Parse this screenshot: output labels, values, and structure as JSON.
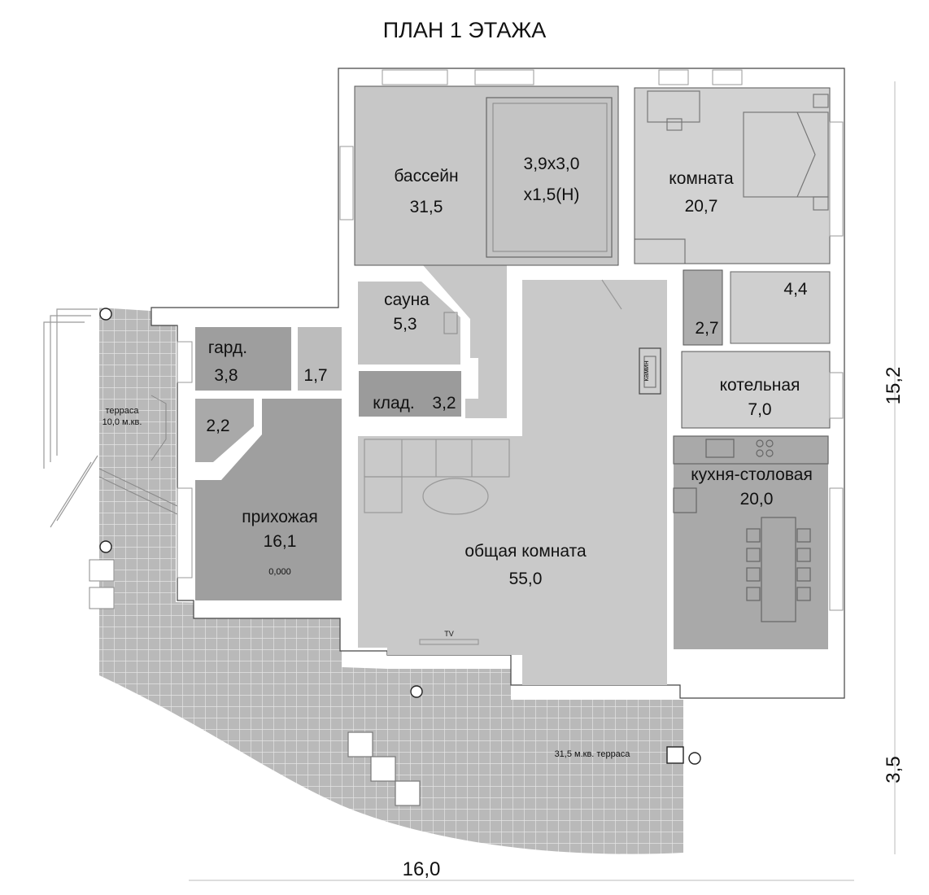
{
  "title": "ПЛАН 1 ЭТАЖА",
  "rooms": {
    "pool": {
      "name": "бассейн",
      "area": "31,5"
    },
    "pool_basin": {
      "line1": "3,9х3,0",
      "line2": "х1,5(Н)"
    },
    "bedroom": {
      "name": "комната",
      "area": "20,7"
    },
    "sauna": {
      "name": "сауна",
      "area": "5,3"
    },
    "room_44": {
      "area": "4,4"
    },
    "room_27": {
      "area": "2,7"
    },
    "wardrobe": {
      "name": "гард.",
      "area": "3,8"
    },
    "wc": {
      "area": "1,7"
    },
    "storage": {
      "name": "клад.",
      "area": "3,2"
    },
    "boiler": {
      "name": "котельная",
      "area": "7,0"
    },
    "vestibule": {
      "area": "2,2"
    },
    "hall": {
      "name": "прихожая",
      "area": "16,1",
      "level": "0,000"
    },
    "living": {
      "name": "общая  комната",
      "area": "55,0"
    },
    "kitchen": {
      "name": "кухня-столовая",
      "area": "20,0"
    }
  },
  "labels": {
    "fireplace": "камин",
    "tv": "TV",
    "terrace_small_line1": "терраса",
    "terrace_small_line2": "10,0 м.кв.",
    "terrace_large": "31,5 м.кв.  терраса"
  },
  "dimensions": {
    "width": "16,0",
    "depth_main": "15,2",
    "depth_terrace": "3,5"
  },
  "colors": {
    "room_light": "#d1d1d1",
    "room_medium": "#bcbcbc",
    "room_dark": "#a6a6a6",
    "terrace_tile": "#b9b9b9",
    "wall": "#ffffff",
    "outline": "#333333"
  }
}
